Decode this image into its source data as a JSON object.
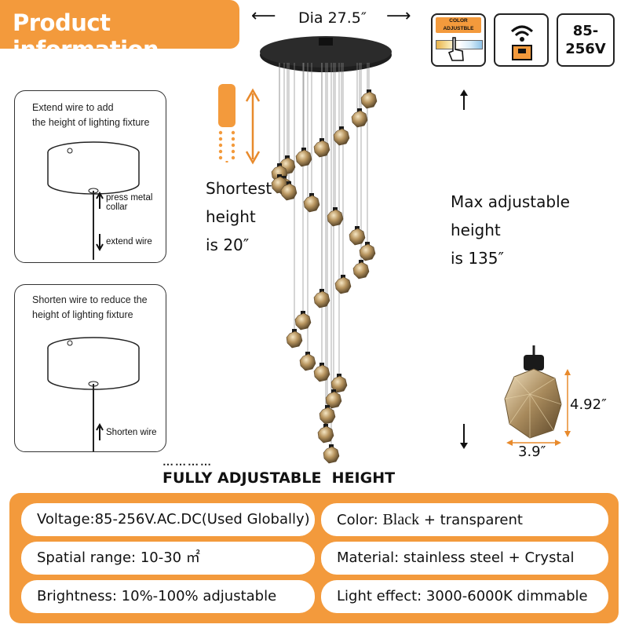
{
  "header": {
    "title": "Product information"
  },
  "dimensions": {
    "diameter": "Dia 27.5″",
    "shade_height": "4.92″",
    "shade_width": "3.9″"
  },
  "icons": {
    "color_adjustable_line1": "COLOR",
    "color_adjustable_line2": "ADJUSTBLE",
    "voltage_badge_line1": "85-",
    "voltage_badge_line2": "256V"
  },
  "panels": {
    "extend": {
      "caption_line1": "Extend wire to add",
      "caption_line2": "the height of lighting fixture",
      "press_label_line1": "press metal",
      "press_label_line2": "collar",
      "extend_label": "extend wire"
    },
    "shorten": {
      "caption_line1": "Shorten wire to reduce the",
      "caption_line2": "height of lighting fixture",
      "shorten_label": "Shorten wire"
    }
  },
  "heights": {
    "shortest_line1": "Shortest",
    "shortest_line2": "height",
    "shortest_line3": "is 20″",
    "max_line1": "Max adjustable",
    "max_line2": "height",
    "max_line3": "is 135″"
  },
  "fully_adjustable": "FULLY ADJUSTABLE  HEIGHT",
  "specs": {
    "voltage": "Voltage:85-256V.AC.DC(Used Globally)",
    "color_prefix": "Color: ",
    "color_bold": "Black",
    "color_suffix": " + transparent",
    "spatial": "Spatial range: 10-30 ㎡",
    "material": "Material: stainless steel + Crystal",
    "brightness": "Brightness: 10%-100% adjustable",
    "light_effect": "Light effect: 3000-6000K dimmable"
  },
  "colors": {
    "accent": "#f39a3c",
    "crystal": "#a8875a",
    "canopy": "#222222"
  }
}
